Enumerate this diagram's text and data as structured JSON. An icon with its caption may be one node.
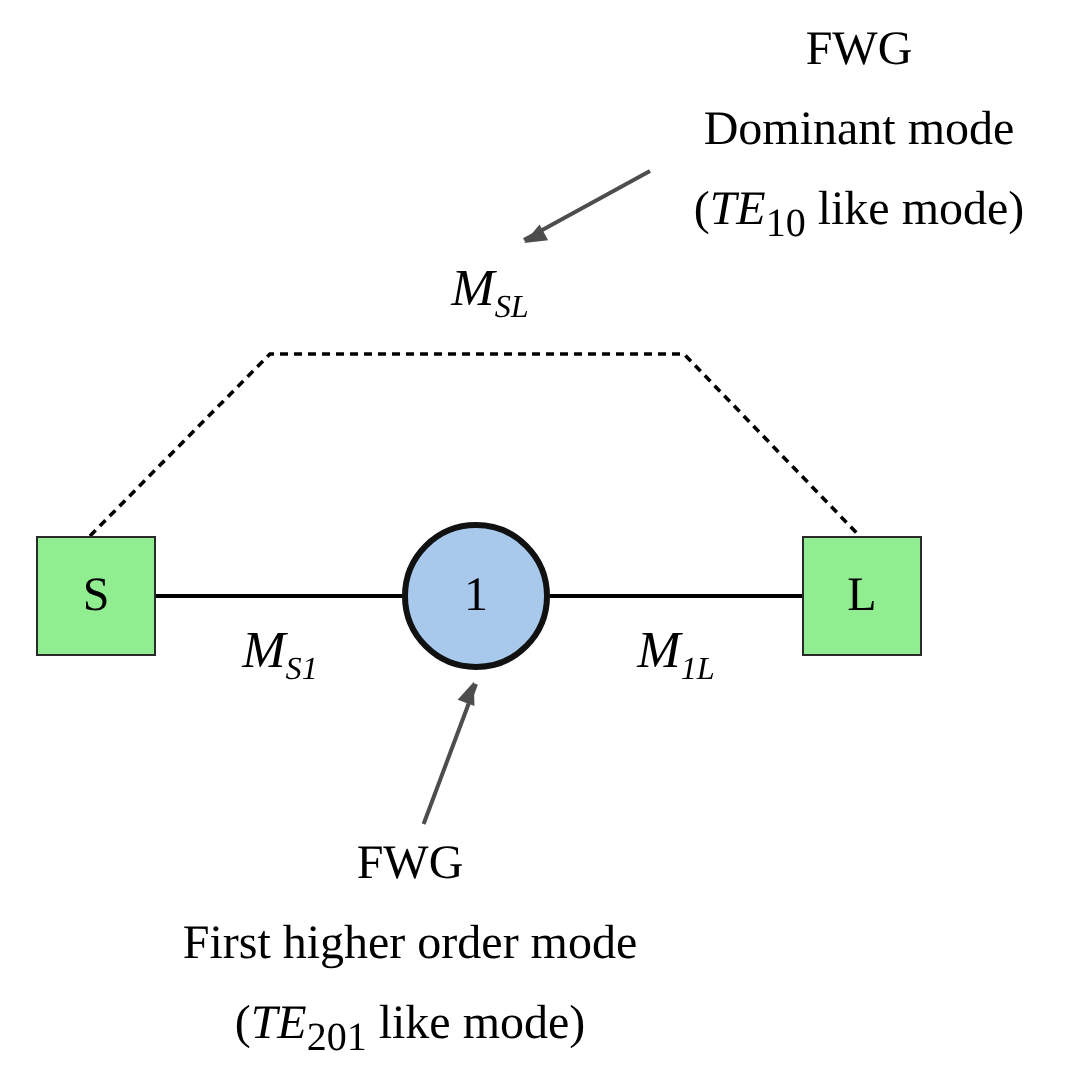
{
  "diagram": {
    "nodes": [
      {
        "text": [
          "S"
        ]
      },
      {
        "text": [
          "1"
        ]
      },
      {
        "text": [
          "L"
        ]
      },
      {
        "text": [
          "FWG",
          "Dominant mode",
          "(*TE*$_{10}$ like mode)"
        ]
      },
      {
        "text": [
          "FWG",
          "First higher order mode",
          "(*TE*$_{201}$ like mode)"
        ]
      }
    ],
    "edges": [
      {
        "from": 0,
        "to": 1,
        "arrow": "none",
        "label": "M$_{S1}$"
      },
      {
        "from": 1,
        "to": 2,
        "arrow": "none",
        "label": "M$_{1L}$"
      },
      {
        "from": 0,
        "to": 2,
        "arrow": "none",
        "label": "M$_{SL}$",
        "style": "dashed"
      },
      {
        "from": 3,
        "to": null,
        "arrow": "to",
        "color": "#4d4d4d"
      },
      {
        "from": 4,
        "to": 1,
        "arrow": "to",
        "color": "#4d4d4d"
      }
    ]
  }
}
